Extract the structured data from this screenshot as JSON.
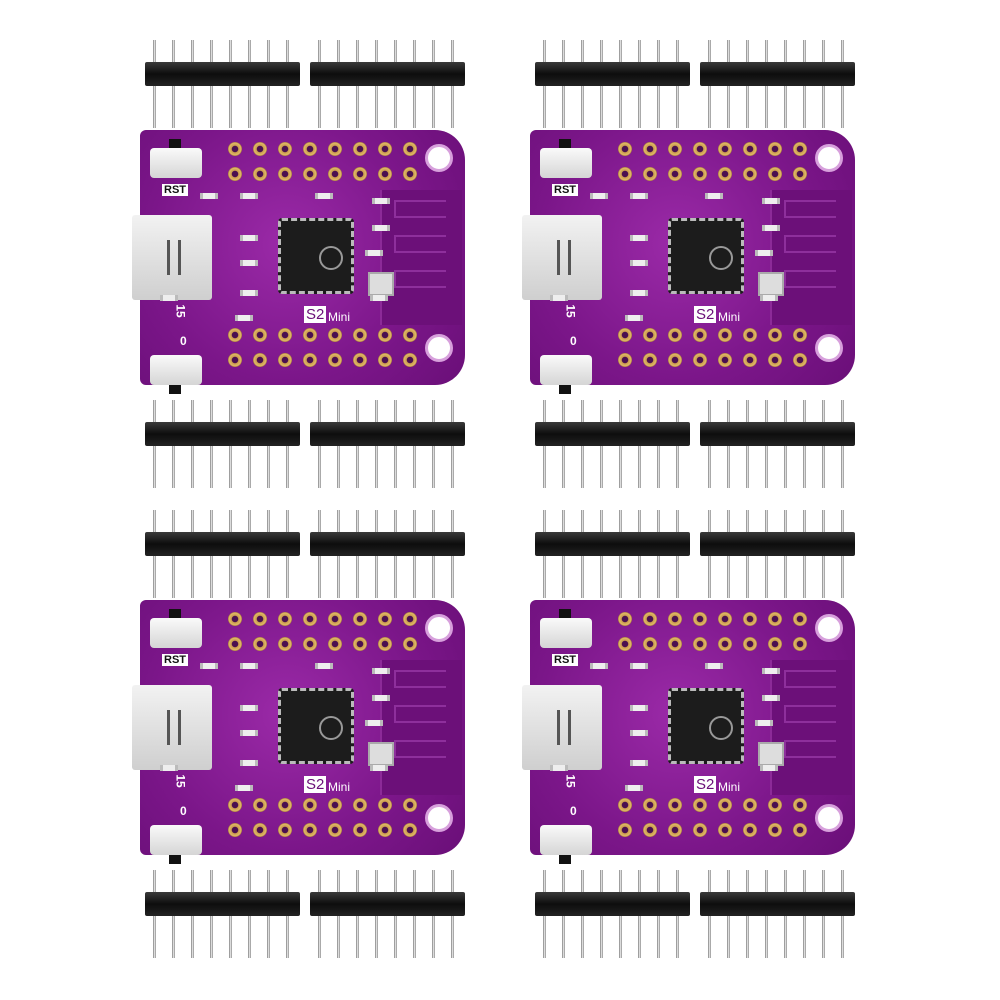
{
  "product": {
    "board_count": 4,
    "headers_per_board": 4,
    "pins_per_header": 8,
    "board_color": "#7b1689",
    "labels": {
      "reset": "RST",
      "model": "S2",
      "variant": "Mini",
      "pin15": "15",
      "pin0": "0"
    }
  }
}
